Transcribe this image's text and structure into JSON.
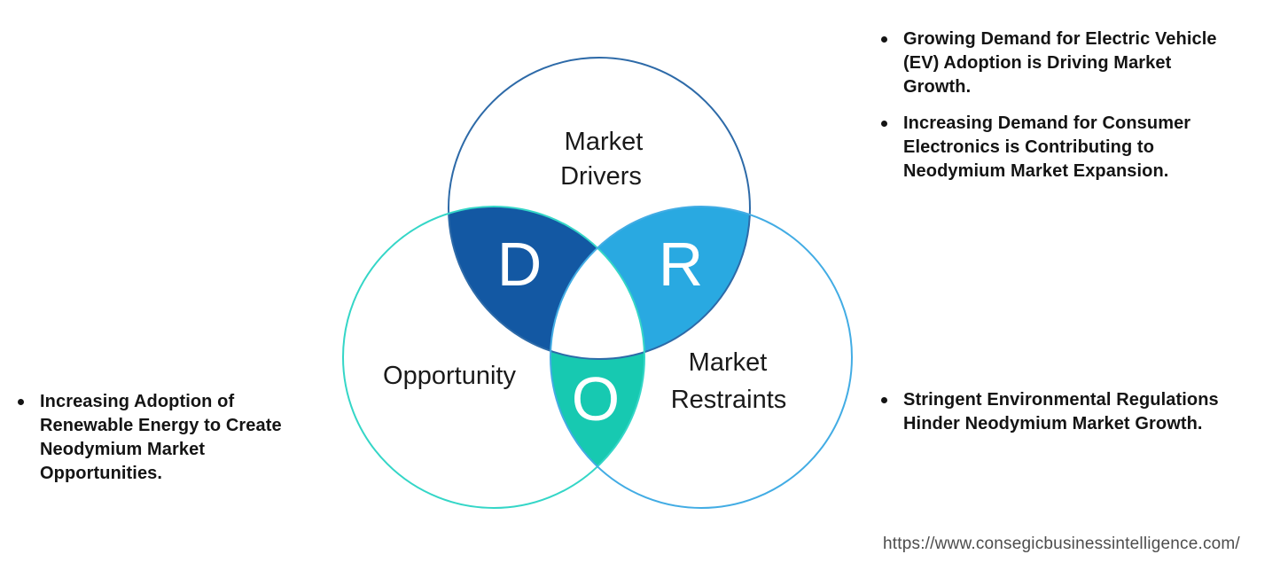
{
  "diagram": {
    "title_hint": "DRO market analysis venn diagram",
    "colors": {
      "drivers_fill": "#1358a3",
      "drivers_stroke": "#2d6aa8",
      "restraints_fill": "#29a9e1",
      "restraints_stroke": "#42ace4",
      "opportunity_fill": "#17c9b1",
      "opportunity_stroke": "#34d6c7",
      "center_fill": "#ffffff"
    },
    "letters": {
      "d": "D",
      "r": "R",
      "o": "O"
    },
    "labels": {
      "drivers_line1": "Market",
      "drivers_line2": "Drivers",
      "opportunity": "Opportunity",
      "restraints_line1": "Market",
      "restraints_line2": "Restraints"
    }
  },
  "bullets": {
    "drivers": [
      "Growing Demand for Electric Vehicle\n(EV) Adoption is Driving Market\nGrowth.",
      "Increasing Demand for Consumer\nElectronics is Contributing to\nNeodymium Market Expansion."
    ],
    "opportunity": [
      "Increasing Adoption of\nRenewable Energy to Create\nNeodymium Market\nOpportunities."
    ],
    "restraints": [
      "Stringent Environmental Regulations\nHinder Neodymium Market Growth."
    ]
  },
  "footer": {
    "url": "https://www.consegicbusinessintelligence.com/"
  }
}
